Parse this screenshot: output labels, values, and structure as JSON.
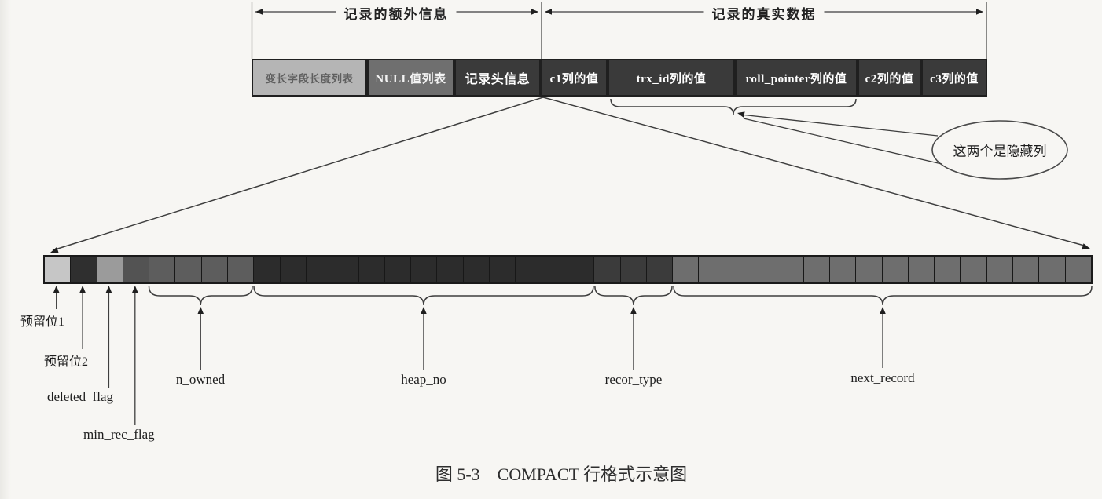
{
  "figure_caption": "图 5-3　COMPACT 行格式示意图",
  "top_sections": {
    "extra_info": "记录的额外信息",
    "real_data": "记录的真实数据"
  },
  "record_boxes": [
    {
      "label": "变长字段长度列表",
      "variant": "light"
    },
    {
      "label": "NULL值列表",
      "variant": "mid"
    },
    {
      "label": "记录头信息",
      "variant": "dark"
    },
    {
      "label": "c1列的值",
      "variant": "dark"
    },
    {
      "label": "trx_id列的值",
      "variant": "dark"
    },
    {
      "label": "roll_pointer列的值",
      "variant": "dark"
    },
    {
      "label": "c2列的值",
      "variant": "dark"
    },
    {
      "label": "c3列的值",
      "variant": "dark"
    }
  ],
  "hidden_columns_note": "这两个是隐藏列",
  "record_header_fields": [
    {
      "name": "预留位1",
      "bits": 1,
      "cell_color": "#c6c6c6"
    },
    {
      "name": "预留位2",
      "bits": 1,
      "cell_color": "#2f2f2f"
    },
    {
      "name": "deleted_flag",
      "bits": 1,
      "cell_color": "#9b9b9b"
    },
    {
      "name": "min_rec_flag",
      "bits": 1,
      "cell_color": "#535353"
    },
    {
      "name": "n_owned",
      "bits": 4,
      "cell_color": "#5d5d5d"
    },
    {
      "name": "heap_no",
      "bits": 13,
      "cell_color": "#2c2c2c"
    },
    {
      "name": "recor_type",
      "bits": 3,
      "cell_color": "#3b3b3b"
    },
    {
      "name": "next_record",
      "bits": 16,
      "cell_color": "#6e6e6e"
    }
  ],
  "palette": {
    "paper": "#f7f6f3",
    "line": "#3e3e3e",
    "box_dark": "#3a3a3a",
    "box_mid": "#6f6f6f",
    "box_light": "#b5b5b5"
  }
}
